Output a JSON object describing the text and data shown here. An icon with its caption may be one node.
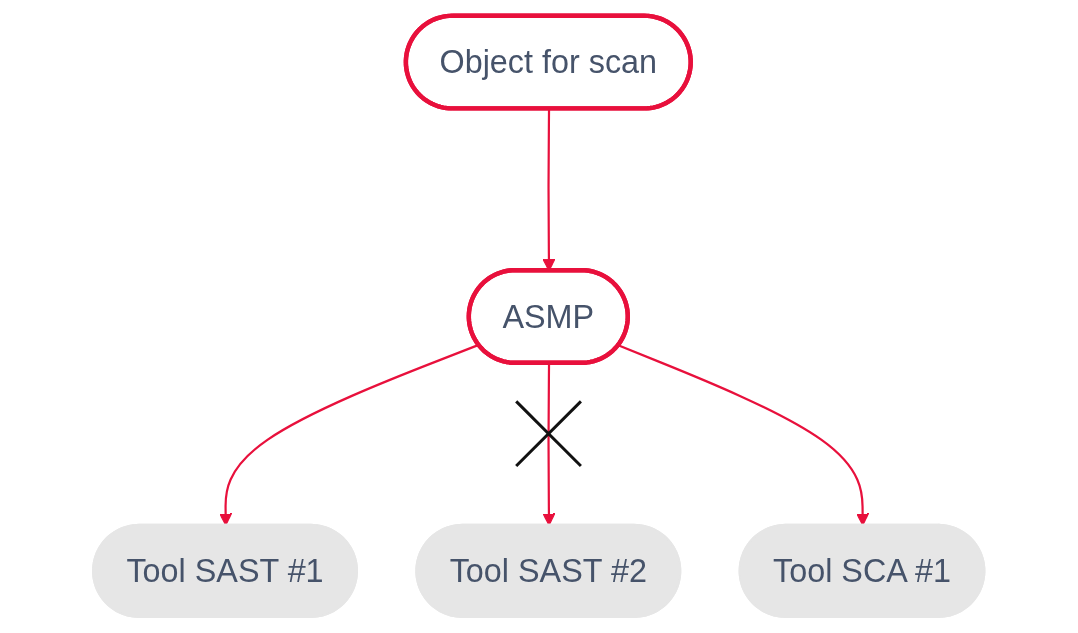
{
  "diagram": {
    "nodes": [
      {
        "text": [
          "Object for scan"
        ]
      },
      {
        "text": [
          "ASMP"
        ]
      },
      {
        "text": [
          "Tool SAST #1"
        ]
      },
      {
        "text": [
          "Tool SAST #2"
        ]
      },
      {
        "text": [
          "Tool SCA #1"
        ]
      }
    ],
    "edges": [
      {
        "from": 0,
        "to": 1,
        "arrow": "to"
      },
      {
        "from": 1,
        "to": 2,
        "arrow": "to"
      },
      {
        "from": 1,
        "to": 3,
        "arrow": "to"
      },
      {
        "from": 1,
        "to": 4,
        "arrow": "to"
      }
    ]
  }
}
